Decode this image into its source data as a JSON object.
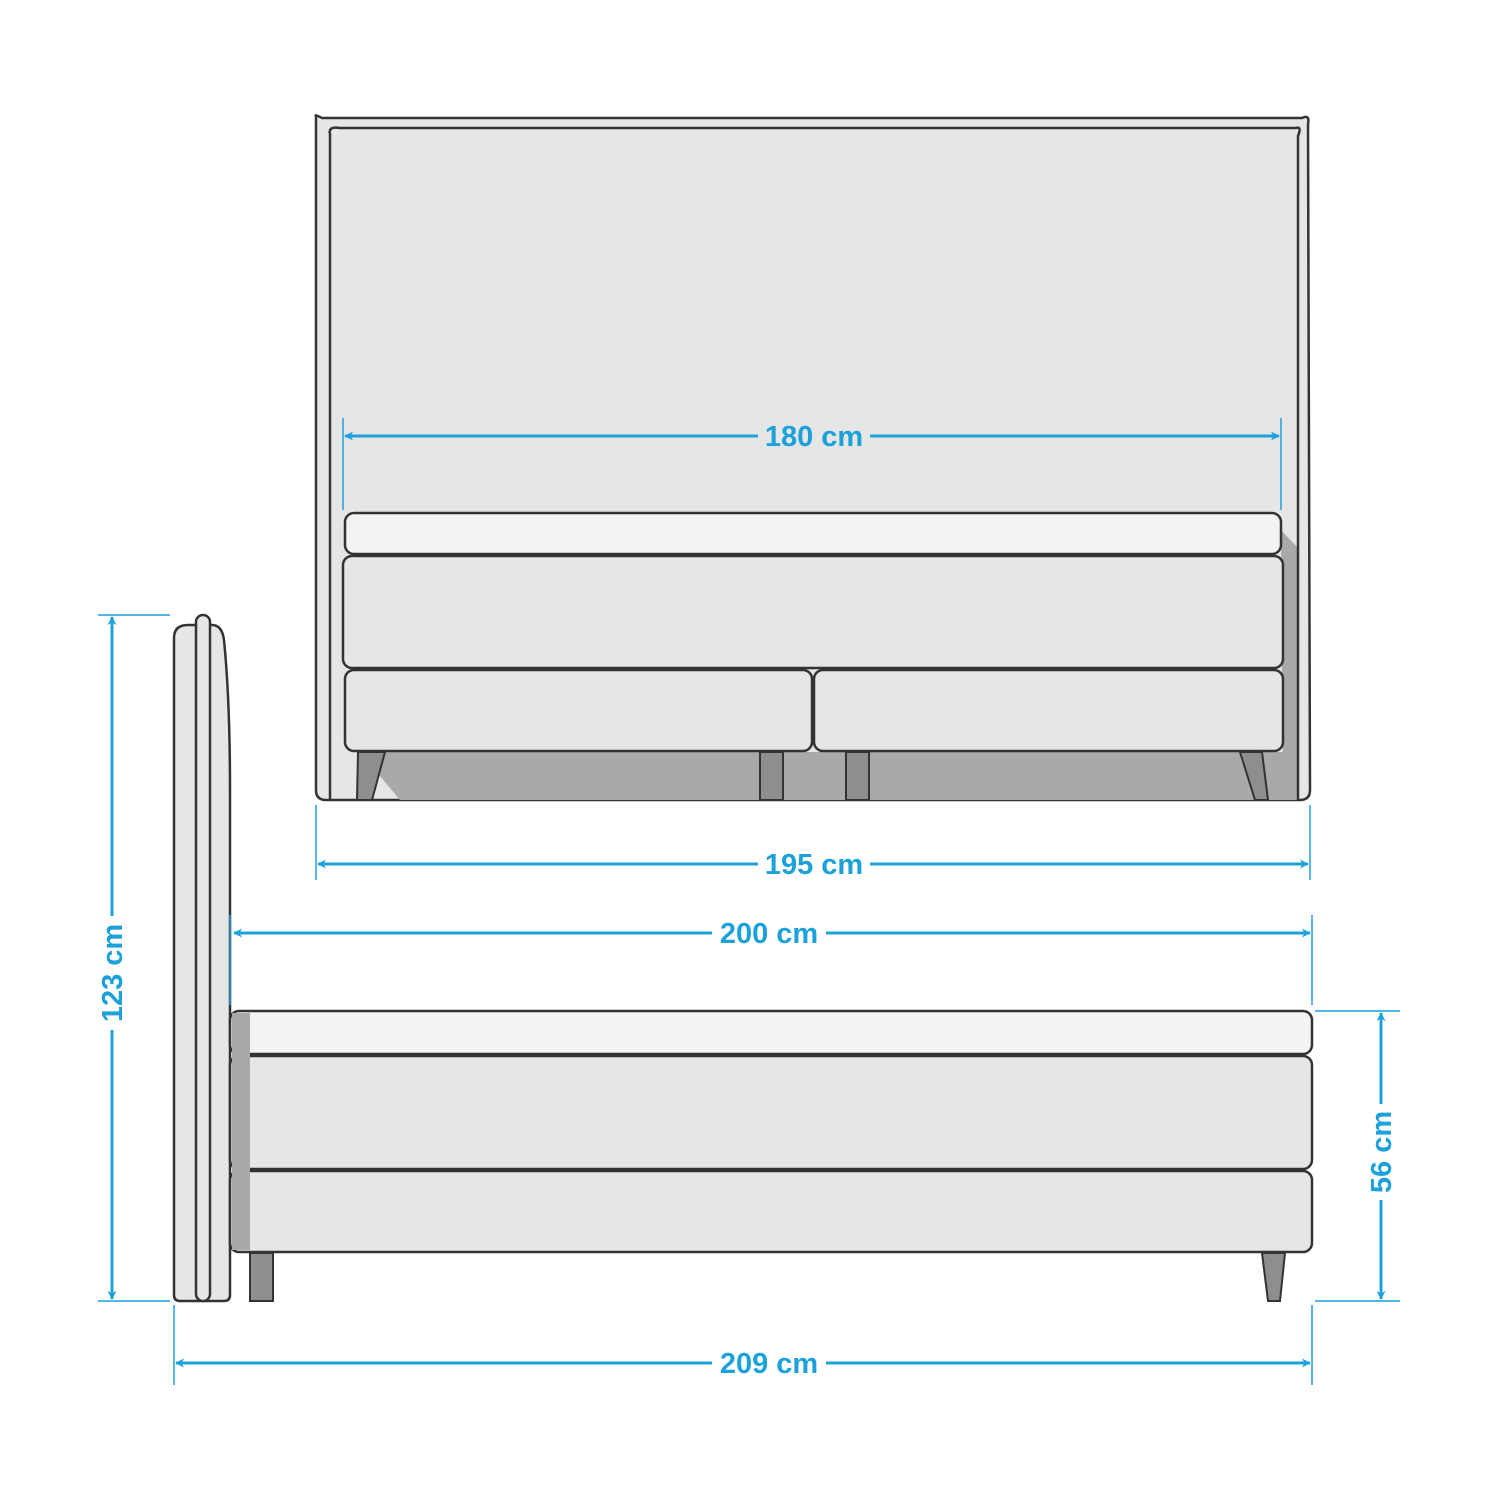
{
  "dimensions": {
    "headboard_inner_width": "180 cm",
    "front_total_width": "195 cm",
    "bed_length": "200 cm",
    "total_length": "209 cm",
    "headboard_height": "123 cm",
    "bed_height": "56 cm"
  },
  "colors": {
    "dimension": "#1da1db",
    "outline": "#333333",
    "fill": "#e6e6e6",
    "shadow": "#a9a9a9"
  }
}
